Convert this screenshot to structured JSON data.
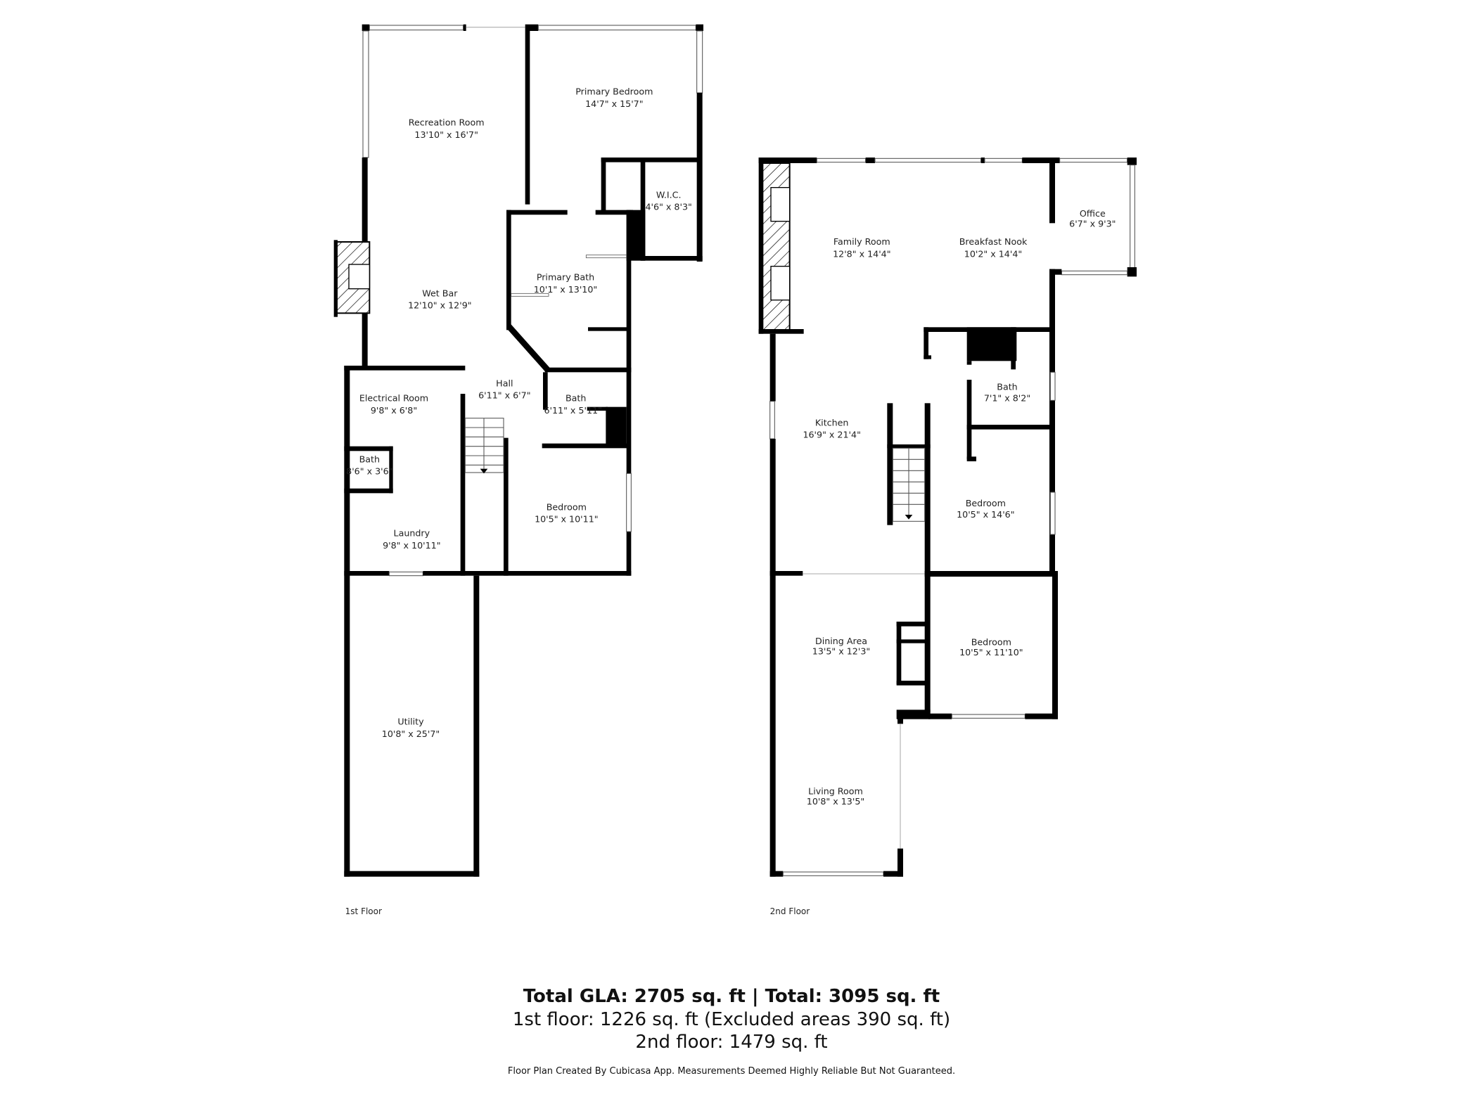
{
  "floors": [
    {
      "label": "1st Floor",
      "rooms": [
        {
          "name": "Recreation Room",
          "size": "13'10\" x 16'7\""
        },
        {
          "name": "Primary Bedroom",
          "size": "14'7\" x 15'7\""
        },
        {
          "name": "W.I.C.",
          "size": "4'6\" x 8'3\""
        },
        {
          "name": "Primary Bath",
          "size": "10'1\" x 13'10\""
        },
        {
          "name": "Wet Bar",
          "size": "12'10\" x 12'9\""
        },
        {
          "name": "Electrical Room",
          "size": "9'8\" x 6'8\""
        },
        {
          "name": "Hall",
          "size": "6'11\" x 6'7\""
        },
        {
          "name": "Bath",
          "size": "6'11\" x 5'11\""
        },
        {
          "name": "Bath",
          "size": "8'6\" x 3'6\""
        },
        {
          "name": "Bedroom",
          "size": "10'5\" x 10'11\""
        },
        {
          "name": "Laundry",
          "size": "9'8\" x 10'11\""
        },
        {
          "name": "Utility",
          "size": "10'8\" x 25'7\""
        }
      ]
    },
    {
      "label": "2nd Floor",
      "rooms": [
        {
          "name": "Family Room",
          "size": "12'8\" x 14'4\""
        },
        {
          "name": "Breakfast Nook",
          "size": "10'2\" x 14'4\""
        },
        {
          "name": "Office",
          "size": "6'7\" x 9'3\""
        },
        {
          "name": "Bath",
          "size": "7'1\" x 8'2\""
        },
        {
          "name": "Kitchen",
          "size": "16'9\" x 21'4\""
        },
        {
          "name": "Bedroom",
          "size": "10'5\" x 14'6\""
        },
        {
          "name": "Dining Area",
          "size": "13'5\" x 12'3\""
        },
        {
          "name": "Bedroom",
          "size": "10'5\" x 11'10\""
        },
        {
          "name": "Living Room",
          "size": "10'8\" x 13'5\""
        }
      ]
    }
  ],
  "summary": {
    "total": "Total GLA: 2705 sq. ft | Total: 3095 sq. ft",
    "first_floor": "1st floor: 1226 sq. ft (Excluded areas 390 sq. ft)",
    "second_floor": "2nd floor: 1479 sq. ft",
    "disclaimer": "Floor Plan Created By Cubicasa App. Measurements Deemed Highly Reliable But Not Guaranteed."
  }
}
